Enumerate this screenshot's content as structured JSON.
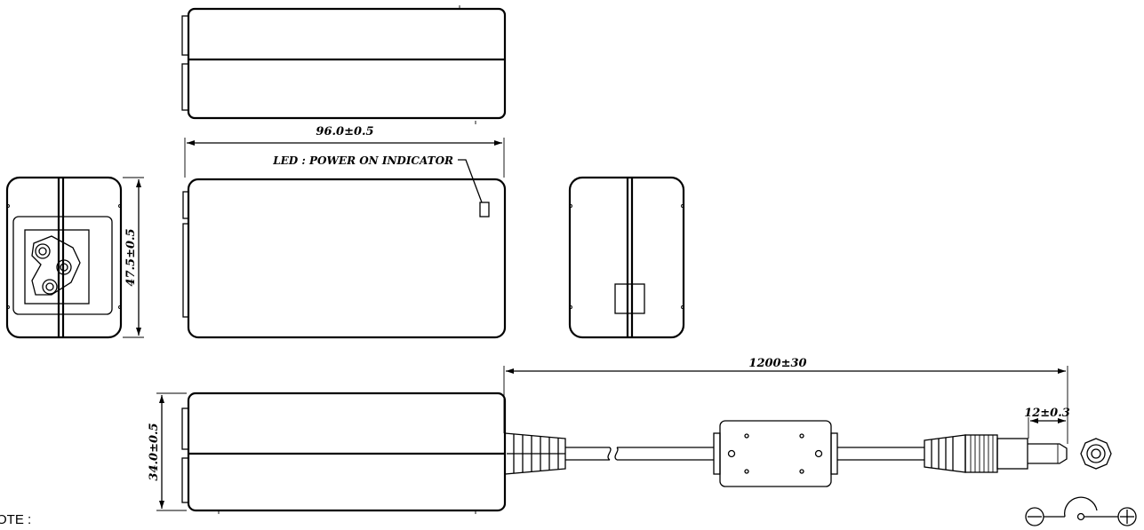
{
  "dimensions": {
    "length": "96.0±0.5",
    "width": "47.5±0.5",
    "height": "34.0±0.5",
    "cable_length": "1200±30",
    "plug_length": "12±0.3"
  },
  "labels": {
    "led": "LED : POWER ON INDICATOR"
  },
  "note": "OTE :"
}
